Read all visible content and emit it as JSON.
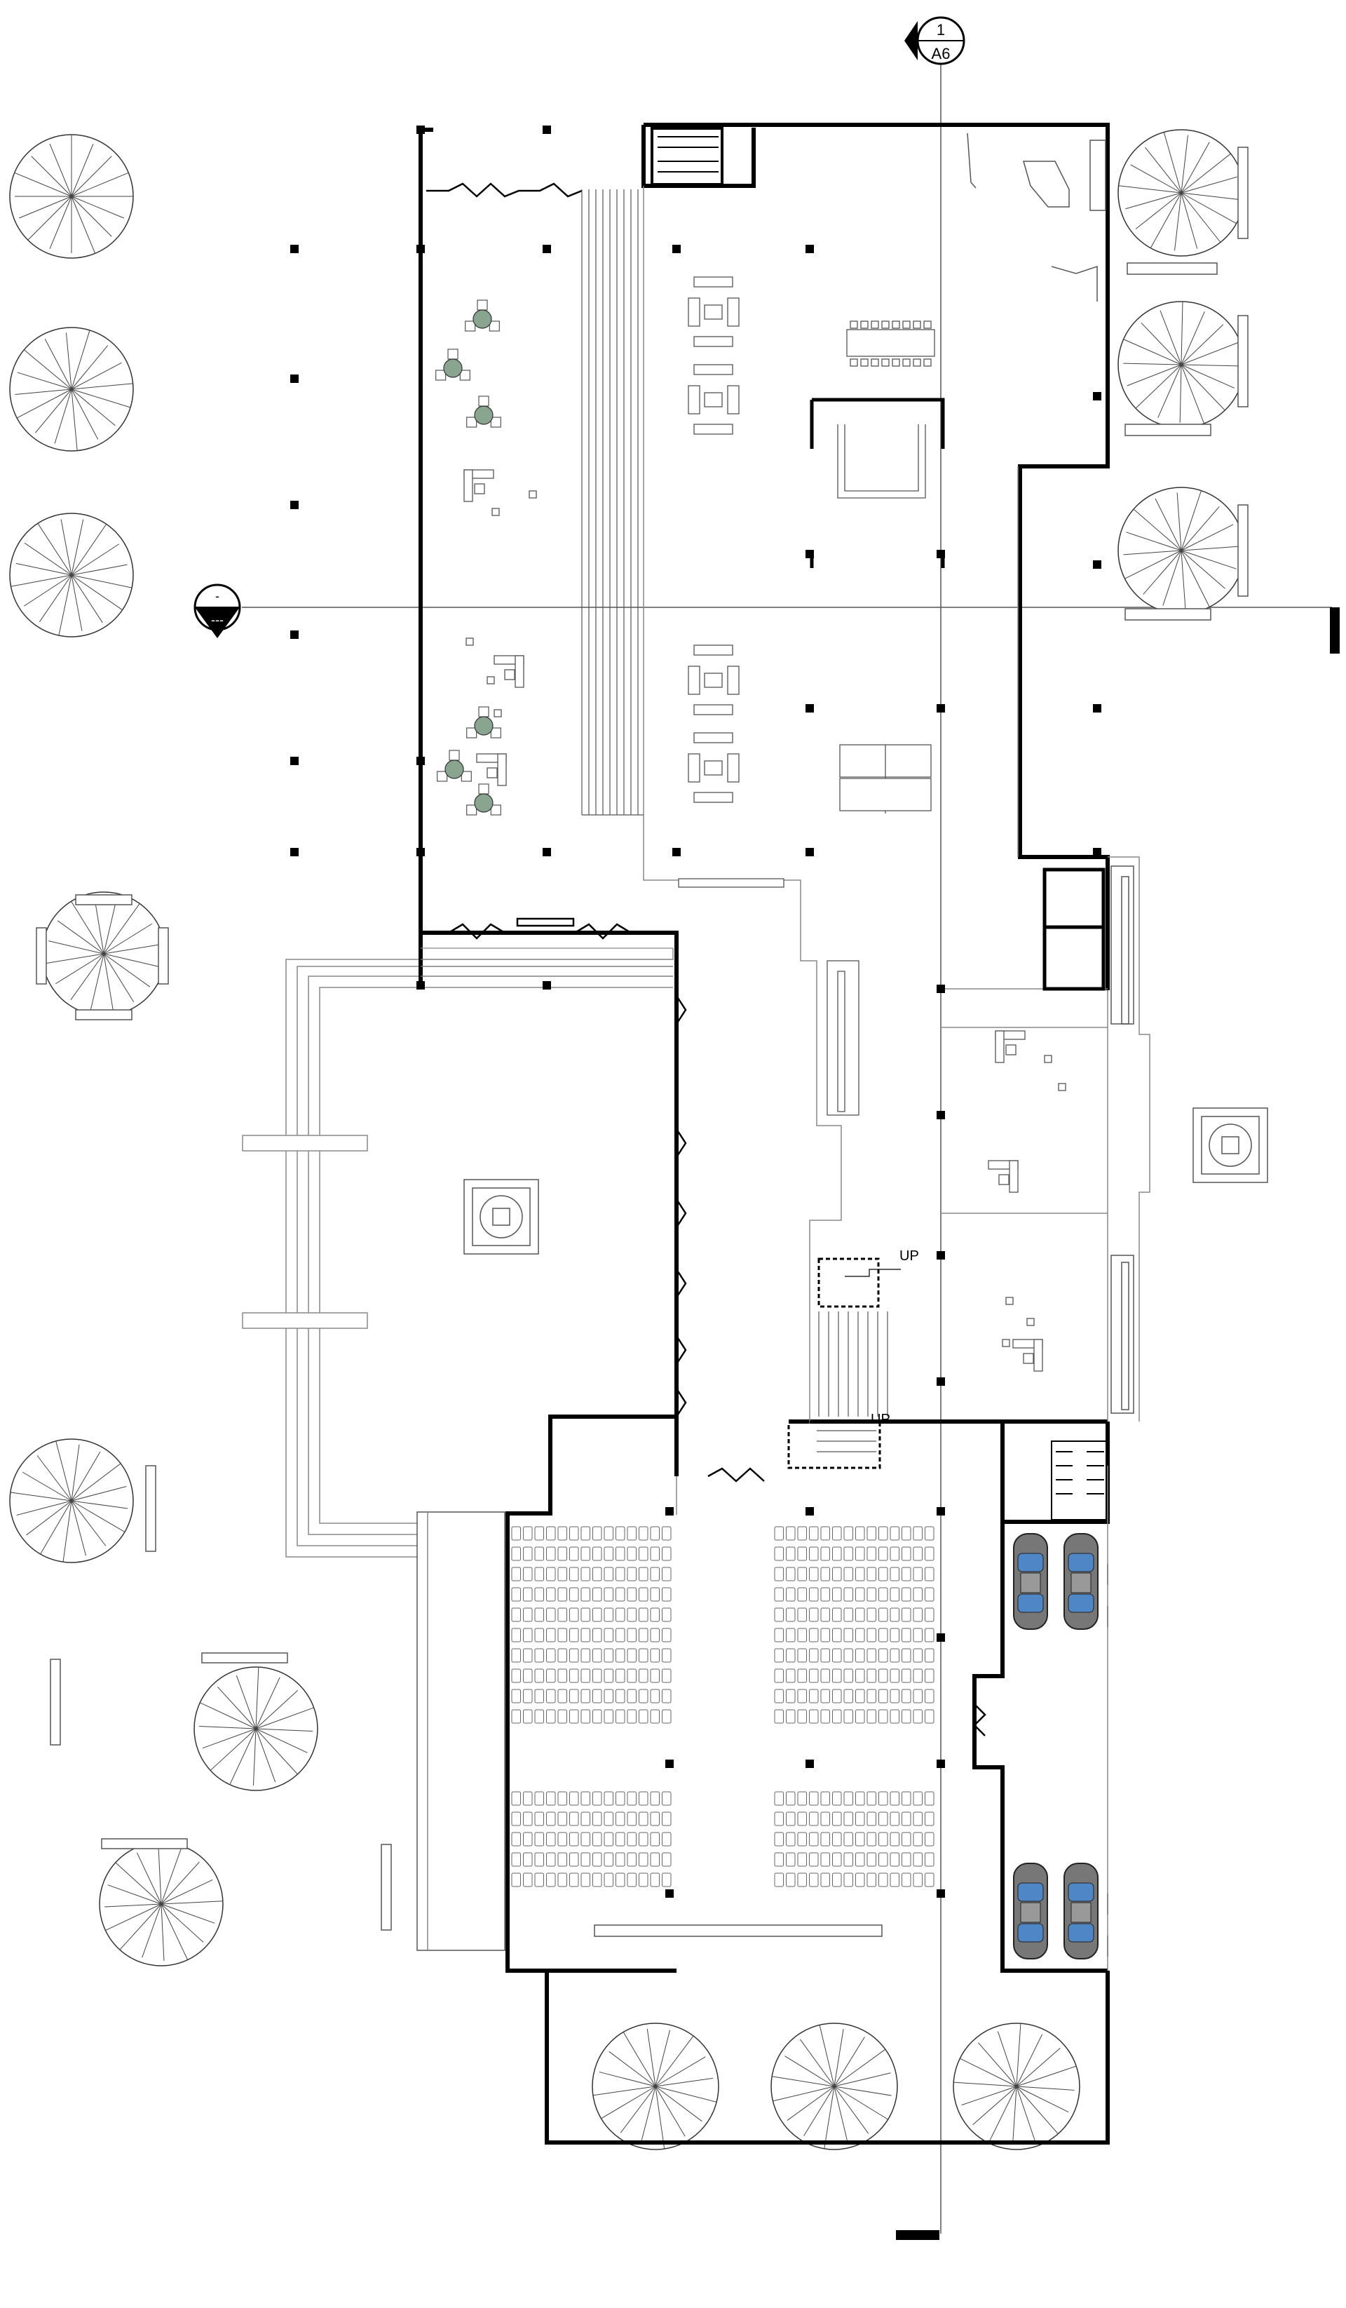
{
  "section_marker_top": {
    "number": "1",
    "sheet": "A6"
  },
  "section_marker_left": {
    "number": "-",
    "sheet": "---"
  },
  "stair_labels": [
    "UP",
    "UP"
  ],
  "colors": {
    "line": "#000000",
    "thin": "#555555",
    "light": "#888888",
    "plant": "#8aa58f",
    "car": "#4f86c6"
  },
  "icons": [
    "tree-icon",
    "plant-icon",
    "car-icon",
    "table-icon",
    "chair-icon",
    "sofa-icon"
  ]
}
